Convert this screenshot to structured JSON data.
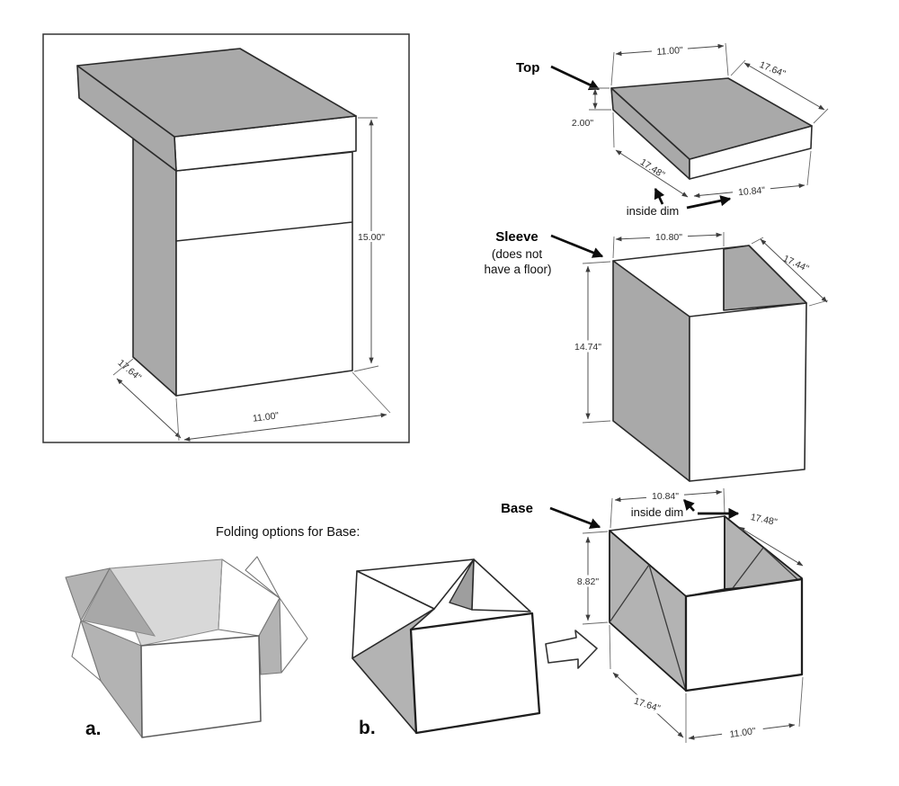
{
  "assembled": {
    "height": "15.00\"",
    "depth": "17.64\"",
    "width": "11.00\""
  },
  "top_piece": {
    "label": "Top",
    "width": "11.00\"",
    "depth": "17.64\"",
    "thickness": "2.00\"",
    "inside_depth": "17.48\"",
    "inside_width": "10.84\"",
    "inside_note": "inside dim"
  },
  "sleeve": {
    "label": "Sleeve",
    "note_line1": "(does not",
    "note_line2": "have a floor)",
    "inside_width": "10.80\"",
    "depth": "17.44\"",
    "height": "14.74\""
  },
  "base": {
    "label": "Base",
    "inside_width": "10.84\"",
    "inside_note": "inside dim",
    "inside_depth": "17.48\"",
    "height": "8.82\"",
    "depth": "17.64\"",
    "width": "11.00\""
  },
  "folding": {
    "title": "Folding options for Base:",
    "option_a": "a.",
    "option_b": "b."
  },
  "colors": {
    "face_gray": "#a9a9a9",
    "face_light": "#d8d8d8",
    "wall_gray": "#b3b3b3",
    "outline": "#2b2b2b",
    "dim_line": "#4a4a4a",
    "label_ink": "#000000"
  }
}
